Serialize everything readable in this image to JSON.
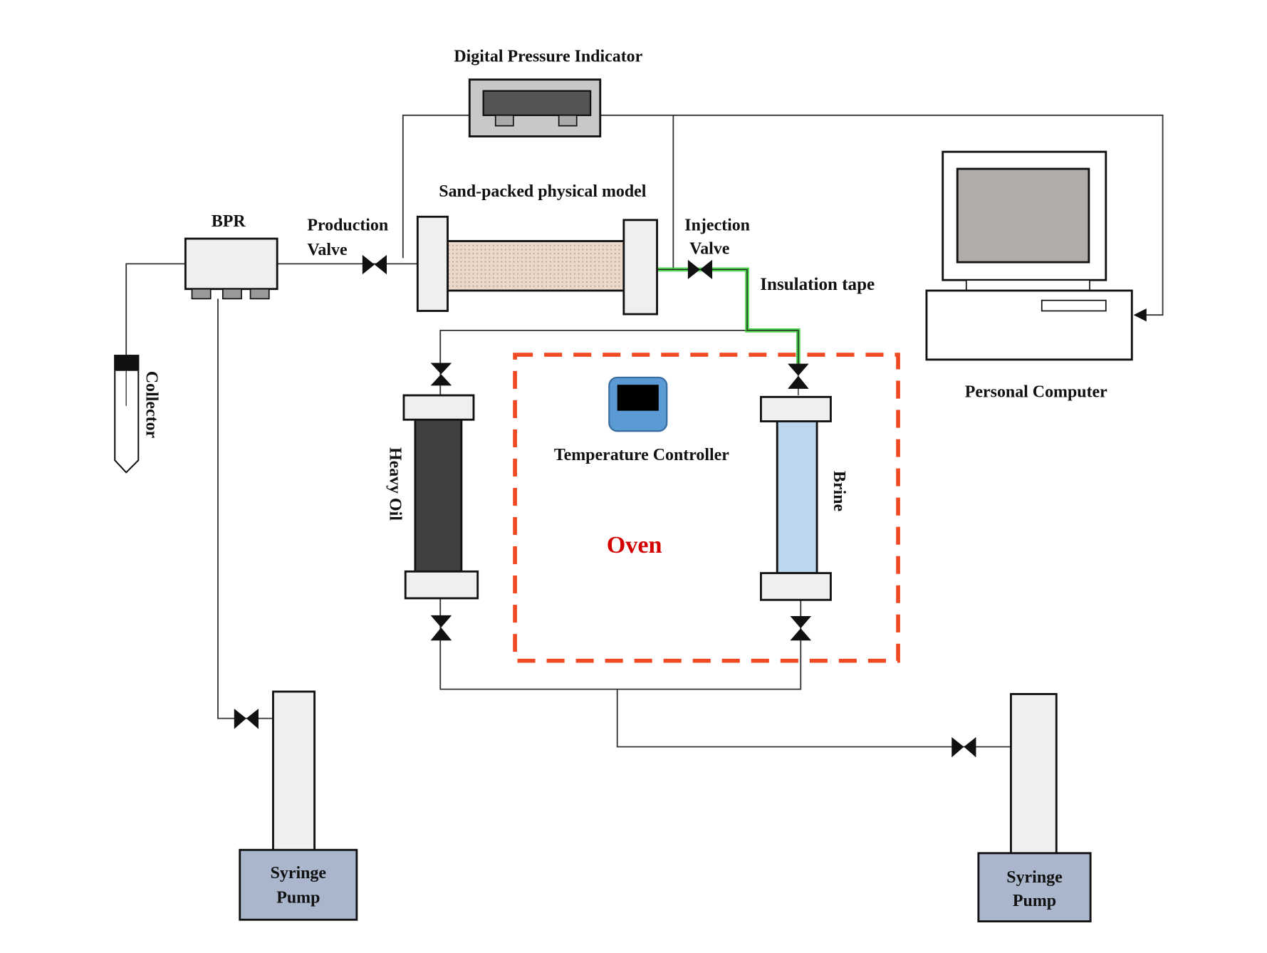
{
  "title": "Experimental setup schematic",
  "labels": {
    "digital_pressure_indicator": "Digital Pressure Indicator",
    "sand_packed_model": "Sand-packed physical model",
    "bpr": "BPR",
    "production_valve_line1": "Production",
    "production_valve_line2": "Valve",
    "injection_valve_line1": "Injection",
    "injection_valve_line2": "Valve",
    "insulation_tape": "Insulation tape",
    "personal_computer": "Personal Computer",
    "collector": "Collector",
    "heavy_oil": "Heavy Oil",
    "brine": "Brine",
    "temperature_controller": "Temperature Controller",
    "oven": "Oven",
    "syringe_pump_left_line1": "Syringe",
    "syringe_pump_left_line2": "Pump",
    "syringe_pump_right_line1": "Syringe",
    "syringe_pump_right_line2": "Pump"
  },
  "colors": {
    "oven_border": "#f04a24",
    "oven_text": "#d40000",
    "insulation_tape": "#33cc33",
    "heavy_oil": "#404040",
    "brine": "#bcd6ee",
    "temp_controller": "#5b9bd5",
    "syringe_pump": "#a9b6cc",
    "monitor_screen": "#b0aca9",
    "sand": "#e8d6c8"
  }
}
